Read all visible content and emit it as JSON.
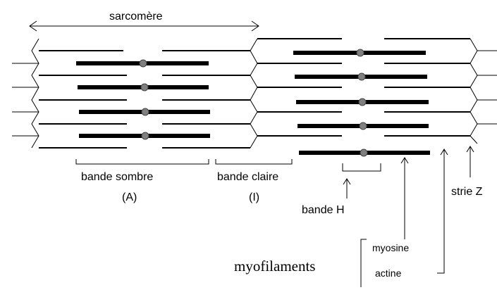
{
  "labels": {
    "sarcomere": "sarcomère",
    "dark_band": "bande  sombre",
    "dark_band_code": "(A)",
    "light_band": "bande claire",
    "light_band_code": "(I)",
    "h_band": "bande H",
    "z_line": "strie Z",
    "myofilaments": "myofilaments",
    "myosin": "myosine",
    "actin": "actine"
  }
}
